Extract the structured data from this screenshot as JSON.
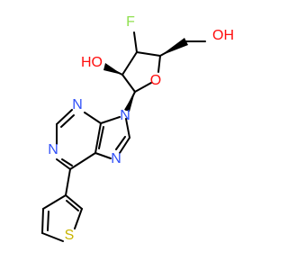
{
  "molecule": {
    "colors": {
      "bond": "#000000",
      "carbon": "#000000",
      "oxygen": "#ff0d0d",
      "nitrogen": "#3050f8",
      "sulfur": "#c8b400",
      "fluorine": "#90e050",
      "background": "#ffffff"
    },
    "atom_labels": {
      "F": "F",
      "HO_top": "HO",
      "O_H": "OH",
      "O_ring": "O",
      "N9": "N",
      "N3": "N",
      "N1": "N",
      "N7": "N",
      "S": "S"
    }
  }
}
